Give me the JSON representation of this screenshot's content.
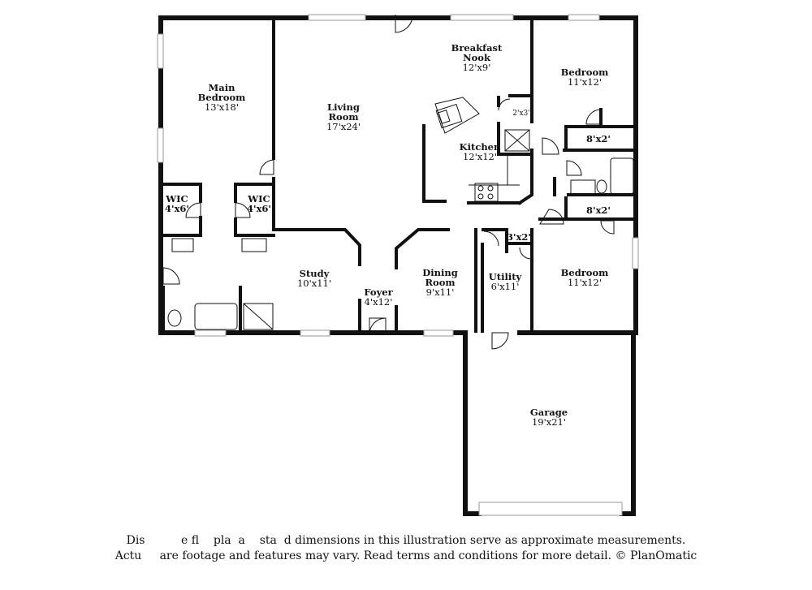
{
  "rooms": {
    "main_bedroom": {
      "name": "Main\nBedroom",
      "dim": "13'x18'"
    },
    "living_room": {
      "name": "Living\nRoom",
      "dim": "17'x24'"
    },
    "breakfast_nook": {
      "name": "Breakfast\nNook",
      "dim": "12'x9'"
    },
    "bedroom_top": {
      "name": "Bedroom",
      "dim": "11'x12'"
    },
    "kitchen": {
      "name": "Kitchen",
      "dim": "12'x12'"
    },
    "pantry": {
      "dim": "2'x3'"
    },
    "closet_top": {
      "dim": "8'x2'"
    },
    "closet_bottom": {
      "dim": "8'x2'"
    },
    "wic_left": {
      "name": "WIC",
      "dim": "4'x6'"
    },
    "wic_right": {
      "name": "WIC",
      "dim": "4'x6'"
    },
    "study": {
      "name": "Study",
      "dim": "10'x11'"
    },
    "foyer": {
      "name": "Foyer",
      "dim": "4'x12'"
    },
    "dining_room": {
      "name": "Dining\nRoom",
      "dim": "9'x11'"
    },
    "utility": {
      "name": "Utility",
      "dim": "6'x11'"
    },
    "utility_closet": {
      "dim": "3'x2'"
    },
    "bedroom_right": {
      "name": "Bedroom",
      "dim": "11'x12'"
    },
    "garage": {
      "name": "Garage",
      "dim": "19'x21'"
    }
  },
  "disclaimer": {
    "line1": "Dis          e fl    pla  a    sta  d dimensions in this illustration serve as approximate measurements.",
    "line2": "Actu     are footage and features may vary. Read terms and conditions for more detail. © PlanOmatic"
  },
  "colors": {
    "wall": "#111111",
    "window": "#999999",
    "background": "#ffffff"
  }
}
